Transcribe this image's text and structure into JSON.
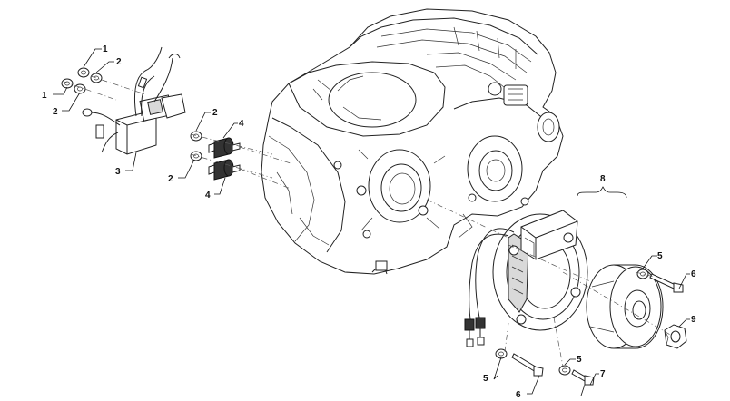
{
  "callouts": [
    {
      "id": "c1a",
      "text": "1"
    },
    {
      "id": "c2a",
      "text": "2"
    },
    {
      "id": "c1b",
      "text": "1"
    },
    {
      "id": "c2b",
      "text": "2"
    },
    {
      "id": "c3",
      "text": "3"
    },
    {
      "id": "c2c",
      "text": "2"
    },
    {
      "id": "c4a",
      "text": "4"
    },
    {
      "id": "c2d",
      "text": "2"
    },
    {
      "id": "c4b",
      "text": "4"
    },
    {
      "id": "c8",
      "text": "8"
    },
    {
      "id": "c5a",
      "text": "5"
    },
    {
      "id": "c6a",
      "text": "6"
    },
    {
      "id": "c9",
      "text": "9"
    },
    {
      "id": "c5b",
      "text": "5"
    },
    {
      "id": "c5c",
      "text": "5"
    },
    {
      "id": "c7",
      "text": "7"
    },
    {
      "id": "c6b",
      "text": "6"
    }
  ]
}
